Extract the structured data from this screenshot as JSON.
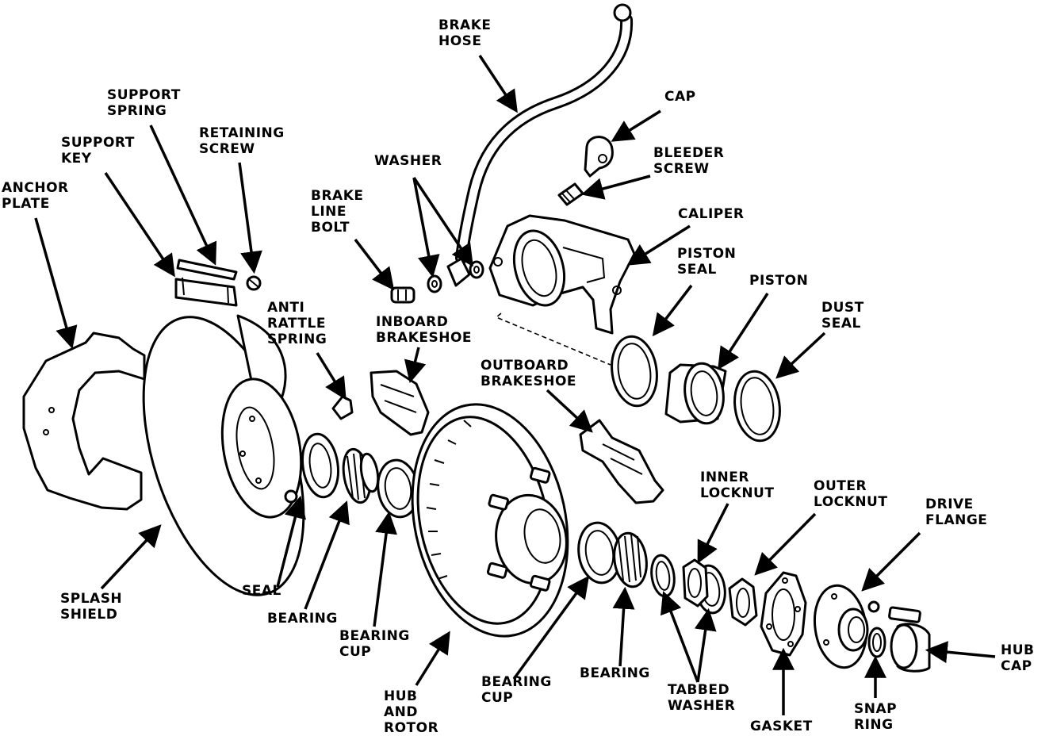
{
  "labels": {
    "brake_hose": [
      "BRAKE",
      "HOSE"
    ],
    "cap": [
      "CAP"
    ],
    "bleeder_screw": [
      "BLEEDER",
      "SCREW"
    ],
    "caliper": [
      "CALIPER"
    ],
    "support_spring": [
      "SUPPORT",
      "SPRING"
    ],
    "retaining_screw": [
      "RETAINING",
      "SCREW"
    ],
    "support_key": [
      "SUPPORT",
      "KEY"
    ],
    "washer": [
      "WASHER"
    ],
    "anchor_plate": [
      "ANCHOR",
      "PLATE"
    ],
    "brake_line_bolt": [
      "BRAKE",
      "LINE",
      "BOLT"
    ],
    "piston_seal": [
      "PISTON",
      "SEAL"
    ],
    "piston": [
      "PISTON"
    ],
    "dust_seal": [
      "DUST",
      "SEAL"
    ],
    "anti_rattle_spring": [
      "ANTI",
      "RATTLE",
      "SPRING"
    ],
    "inboard_brakeshoe": [
      "INBOARD",
      "BRAKESHOE"
    ],
    "outboard_brakeshoe": [
      "OUTBOARD",
      "BRAKESHOE"
    ],
    "inner_locknut": [
      "INNER",
      "LOCKNUT"
    ],
    "outer_locknut": [
      "OUTER",
      "LOCKNUT"
    ],
    "drive_flange": [
      "DRIVE",
      "FLANGE"
    ],
    "splash_shield": [
      "SPLASH",
      "SHIELD"
    ],
    "seal": [
      "SEAL"
    ],
    "bearing_inner": [
      "BEARING"
    ],
    "bearing_cup_inner": [
      "BEARING",
      "CUP"
    ],
    "hub_and_rotor": [
      "HUB",
      "AND",
      "ROTOR"
    ],
    "bearing_cup_outer": [
      "BEARING",
      "CUP"
    ],
    "bearing_outer": [
      "BEARING"
    ],
    "tabbed_washer": [
      "TABBED",
      "WASHER"
    ],
    "gasket": [
      "GASKET"
    ],
    "snap_ring": [
      "SNAP",
      "RING"
    ],
    "hub_cap": [
      "HUB",
      "CAP"
    ]
  }
}
